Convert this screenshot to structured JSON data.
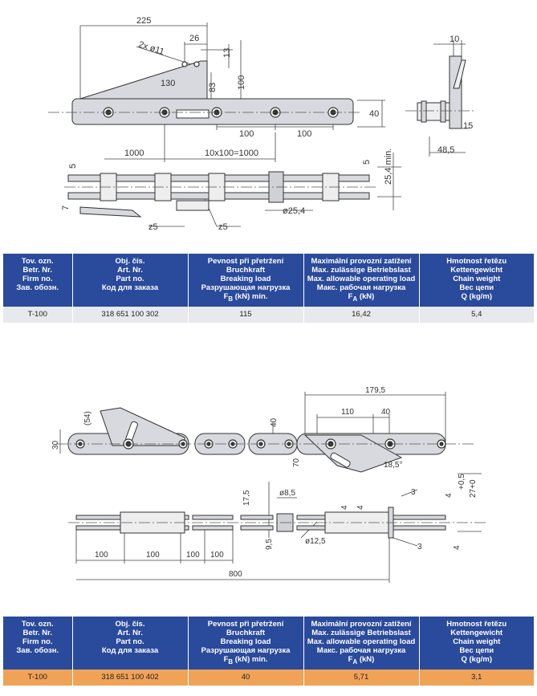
{
  "table_headers": [
    [
      "Tov. ozn.",
      "Betr. Nr.",
      "Firm no.",
      "Зав. обозн."
    ],
    [
      "Obj. čís.",
      "Art. Nr.",
      "Part no.",
      "Код для заказа"
    ],
    [
      "Pevnost při přetržení",
      "Bruchkraft",
      "Breaking load",
      "Разрушающая нагрузка"
    ],
    [
      "Maximální provozní zatížení",
      "Max. zulässige Betriebslast",
      "Max. allowable operating load",
      "Макс. рабочая нагрузка"
    ],
    [
      "Hmotnost řetězu",
      "Kettengewicht",
      "Chain weight",
      "Вес цепи",
      "Q (kg/m)"
    ]
  ],
  "header_units": {
    "breaking": {
      "pre": "F",
      "sub": "B",
      "post": " (kN) min."
    },
    "operating": {
      "pre": "F",
      "sub": "A",
      "post": " (kN)"
    }
  },
  "product1": {
    "row": {
      "firm_no": "T-100",
      "part_no": "318 651 100 302",
      "breaking_load": "115",
      "operating_load": "16,42",
      "weight": "5,4"
    },
    "dims": {
      "d225": "225",
      "d26": "26",
      "hole": "2x ø11",
      "d13": "13",
      "d130": "130",
      "d83": "83",
      "d100v": "100",
      "d40": "40",
      "d100a": "100",
      "d100b": "100",
      "d1000": "1000",
      "d10x100": "10x100=1000",
      "d5a": "5",
      "d5b": "5",
      "d254min": "25,4 min.",
      "d254": "ø25,4",
      "d7": "7",
      "z5a": "z5",
      "z5b": "z5",
      "d10": "10",
      "d15": "15",
      "d485": "48,5"
    }
  },
  "product2": {
    "row": {
      "firm_no": "T-100",
      "part_no": "318 651 100 402",
      "breaking_load": "40",
      "operating_load": "5,71",
      "weight": "3,1"
    },
    "dims": {
      "d1795": "179,5",
      "d54": "(54)",
      "d110": "110",
      "d40a": "40",
      "d40b": "40",
      "d30": "30",
      "d70": "70",
      "d185": "18,5°",
      "d175": "17,5",
      "d85": "ø8,5",
      "d3a": "3",
      "d3b": "3",
      "d05": "+0,5",
      "d27": "27+0",
      "d4a": "4",
      "d4b": "4",
      "d4c": "4",
      "d4d": "4",
      "d95": "9,5",
      "d125": "ø12,5",
      "d100a": "100",
      "d100b": "100",
      "d100c": "100",
      "d100d": "100",
      "d800": "800"
    }
  }
}
